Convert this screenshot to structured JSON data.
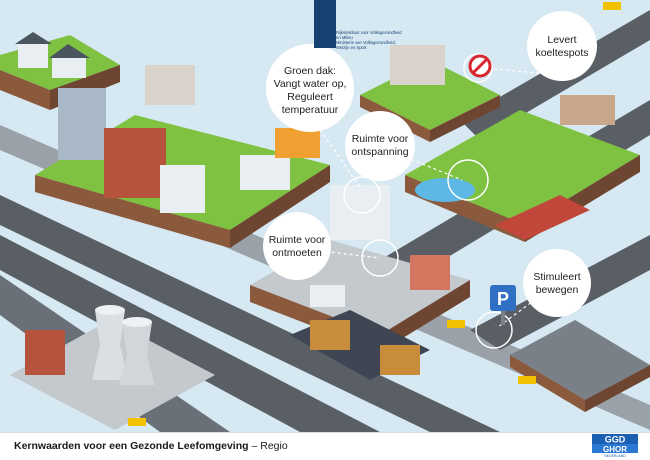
{
  "ministry": {
    "lines": [
      "Rijksinstituut voor Volksgezondheid",
      "en Milieu",
      "Ministerie van Volksgezondheid,",
      "Welzijn en Sport"
    ]
  },
  "callouts": {
    "groen_dak": [
      "Groen dak:",
      "Vangt water op,",
      "Reguleert",
      "temperatuur"
    ],
    "levert": [
      "Levert",
      "koeltespots"
    ],
    "ontspanning": [
      "Ruimte voor",
      "ontspanning"
    ],
    "ontmoeten": [
      "Ruimte voor",
      "ontmoeten"
    ],
    "bewegen": [
      "Stimuleert",
      "bewegen"
    ]
  },
  "parking_sign": "P",
  "footer": {
    "title_bold": "Kernwaarden voor een Gezonde Leefomgeving",
    "title_rest": " – Regio"
  },
  "logo": {
    "top": "GGD",
    "bottom": "GHOR",
    "sub": "NEDERLAND"
  },
  "colors": {
    "sky": "#cfe4ef",
    "grass": "#7fc241",
    "road": "#5a5f66",
    "rail": "#8a8f96",
    "platform": "#3d4652",
    "water": "#5db8e6",
    "accent": "#154273"
  }
}
